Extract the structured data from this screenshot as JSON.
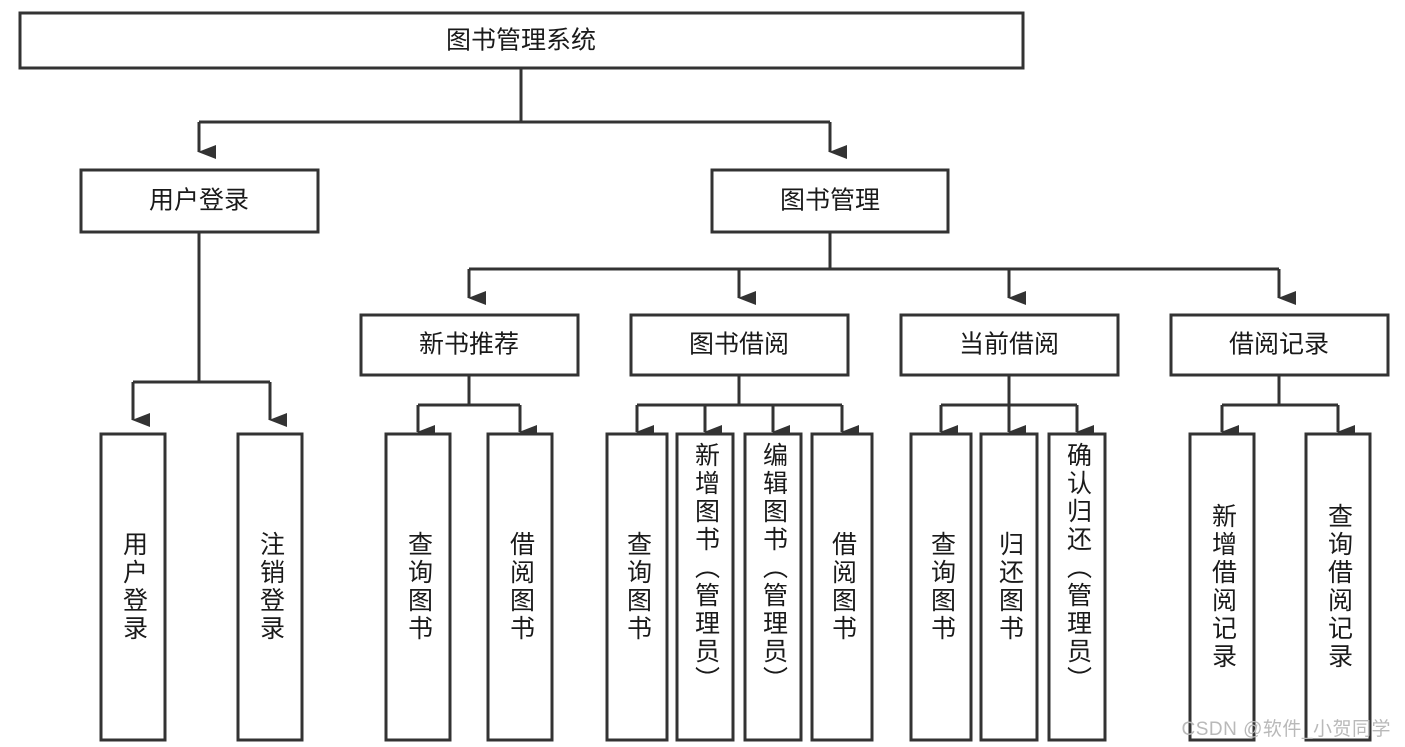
{
  "diagram": {
    "title": "图书管理系统",
    "type": "tree-hierarchy-chart",
    "watermark": "CSDN @软件_小贺同学",
    "accent_color": "#333333",
    "node_fill": "#ffffff",
    "text_color": "#1a1a1a",
    "root": {
      "label": "图书管理系统"
    },
    "level2": [
      {
        "label": "用户登录"
      },
      {
        "label": "图书管理"
      }
    ],
    "level3": [
      {
        "label": "新书推荐"
      },
      {
        "label": "图书借阅"
      },
      {
        "label": "当前借阅"
      },
      {
        "label": "借阅记录"
      }
    ],
    "leaves": {
      "user_login": [
        {
          "label": "用户登录"
        },
        {
          "label": "注销登录"
        }
      ],
      "new_book_recommend": [
        {
          "label": "查询图书"
        },
        {
          "label": "借阅图书"
        }
      ],
      "book_borrow": [
        {
          "label": "查询图书"
        },
        {
          "label": "新增图书（管理员）"
        },
        {
          "label": "编辑图书（管理员）"
        },
        {
          "label": "借阅图书"
        }
      ],
      "current_borrow": [
        {
          "label": "查询图书"
        },
        {
          "label": "归还图书"
        },
        {
          "label": "确认归还（管理员）"
        }
      ],
      "borrow_record": [
        {
          "label": "新增借阅记录"
        },
        {
          "label": "查询借阅记录"
        }
      ]
    }
  }
}
